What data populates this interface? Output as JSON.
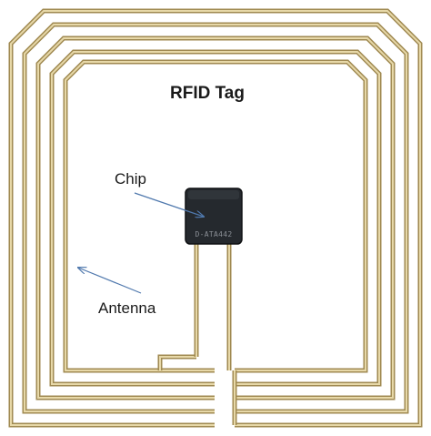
{
  "diagram": {
    "title": "RFID Tag",
    "labels": {
      "chip": "Chip",
      "antenna": "Antenna"
    },
    "chip_marking": "D-ATA442",
    "colors": {
      "trace_outer": "#a08a52",
      "trace_inner": "#e7d8a8",
      "chip_body": "#25292e",
      "chip_edge": "#101214",
      "arrow": "#4f78ad",
      "text": "#1a1a1a",
      "background": "#ffffff"
    },
    "icons": [
      "rfid-antenna-coil",
      "microchip",
      "arrow"
    ]
  }
}
